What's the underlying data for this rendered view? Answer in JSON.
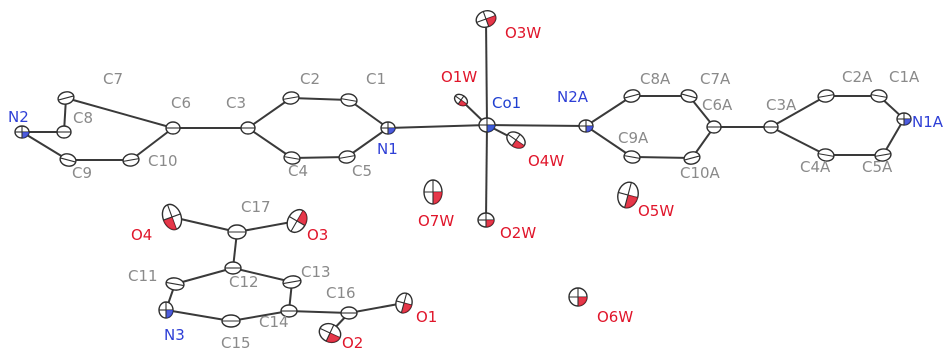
{
  "colors": {
    "carbon": "#8a8a8a",
    "nitrogen": "#2e3fd6",
    "oxygen": "#e0152a",
    "cobalt": "#1f3fd0",
    "bond": "#3a3a3a",
    "ellipse_fill": "#ffffff"
  },
  "atoms": [
    {
      "label": "N2",
      "type": "nitrogen"
    },
    {
      "label": "C7",
      "type": "carbon"
    },
    {
      "label": "C8",
      "type": "carbon"
    },
    {
      "label": "C9",
      "type": "carbon"
    },
    {
      "label": "C10",
      "type": "carbon"
    },
    {
      "label": "C6",
      "type": "carbon"
    },
    {
      "label": "C3",
      "type": "carbon"
    },
    {
      "label": "C2",
      "type": "carbon"
    },
    {
      "label": "C4",
      "type": "carbon"
    },
    {
      "label": "C1",
      "type": "carbon"
    },
    {
      "label": "C5",
      "type": "carbon"
    },
    {
      "label": "N1",
      "type": "nitrogen"
    },
    {
      "label": "O1W",
      "type": "oxygen"
    },
    {
      "label": "Co1",
      "type": "cobalt"
    },
    {
      "label": "O3W",
      "type": "oxygen"
    },
    {
      "label": "O4W",
      "type": "oxygen"
    },
    {
      "label": "O2W",
      "type": "oxygen"
    },
    {
      "label": "O7W",
      "type": "oxygen"
    },
    {
      "label": "N2A",
      "type": "nitrogen"
    },
    {
      "label": "C8A",
      "type": "carbon"
    },
    {
      "label": "C7A",
      "type": "carbon"
    },
    {
      "label": "C9A",
      "type": "carbon"
    },
    {
      "label": "C6A",
      "type": "carbon"
    },
    {
      "label": "C10A",
      "type": "carbon"
    },
    {
      "label": "C3A",
      "type": "carbon"
    },
    {
      "label": "C2A",
      "type": "carbon"
    },
    {
      "label": "C1A",
      "type": "carbon"
    },
    {
      "label": "N1A",
      "type": "nitrogen"
    },
    {
      "label": "C4A",
      "type": "carbon"
    },
    {
      "label": "C5A",
      "type": "carbon"
    },
    {
      "label": "O5W",
      "type": "oxygen"
    },
    {
      "label": "O6W",
      "type": "oxygen"
    },
    {
      "label": "O4",
      "type": "oxygen"
    },
    {
      "label": "C17",
      "type": "carbon"
    },
    {
      "label": "O3",
      "type": "oxygen"
    },
    {
      "label": "C11",
      "type": "carbon"
    },
    {
      "label": "C12",
      "type": "carbon"
    },
    {
      "label": "C13",
      "type": "carbon"
    },
    {
      "label": "N3",
      "type": "nitrogen"
    },
    {
      "label": "C15",
      "type": "carbon"
    },
    {
      "label": "C14",
      "type": "carbon"
    },
    {
      "label": "C16",
      "type": "carbon"
    },
    {
      "label": "O1",
      "type": "oxygen"
    },
    {
      "label": "O2",
      "type": "oxygen"
    }
  ],
  "bonds": [
    [
      "N2",
      "C8"
    ],
    [
      "C8",
      "C7"
    ],
    [
      "C7",
      "C6"
    ],
    [
      "C6",
      "C10"
    ],
    [
      "C10",
      "C9"
    ],
    [
      "C9",
      "N2"
    ],
    [
      "C6",
      "C3"
    ],
    [
      "C3",
      "C2"
    ],
    [
      "C2",
      "C1"
    ],
    [
      "C1",
      "N1"
    ],
    [
      "N1",
      "C5"
    ],
    [
      "C5",
      "C4"
    ],
    [
      "C4",
      "C3"
    ],
    [
      "N1",
      "Co1"
    ],
    [
      "Co1",
      "O1W"
    ],
    [
      "Co1",
      "O3W"
    ],
    [
      "Co1",
      "O2W"
    ],
    [
      "Co1",
      "O4W"
    ],
    [
      "Co1",
      "N2A"
    ],
    [
      "N2A",
      "C8A"
    ],
    [
      "C8A",
      "C7A"
    ],
    [
      "C7A",
      "C6A"
    ],
    [
      "C6A",
      "C10A"
    ],
    [
      "C10A",
      "C9A"
    ],
    [
      "C9A",
      "N2A"
    ],
    [
      "C6A",
      "C3A"
    ],
    [
      "C3A",
      "C2A"
    ],
    [
      "C2A",
      "C1A"
    ],
    [
      "C1A",
      "N1A"
    ],
    [
      "N1A",
      "C5A"
    ],
    [
      "C5A",
      "C4A"
    ],
    [
      "C4A",
      "C3A"
    ],
    [
      "C17",
      "O4"
    ],
    [
      "C17",
      "O3"
    ],
    [
      "C17",
      "C12"
    ],
    [
      "C12",
      "C11"
    ],
    [
      "C11",
      "N3"
    ],
    [
      "N3",
      "C15"
    ],
    [
      "C15",
      "C14"
    ],
    [
      "C14",
      "C13"
    ],
    [
      "C13",
      "C12"
    ],
    [
      "C14",
      "C16"
    ],
    [
      "C16",
      "O1"
    ],
    [
      "C16",
      "O2"
    ]
  ]
}
